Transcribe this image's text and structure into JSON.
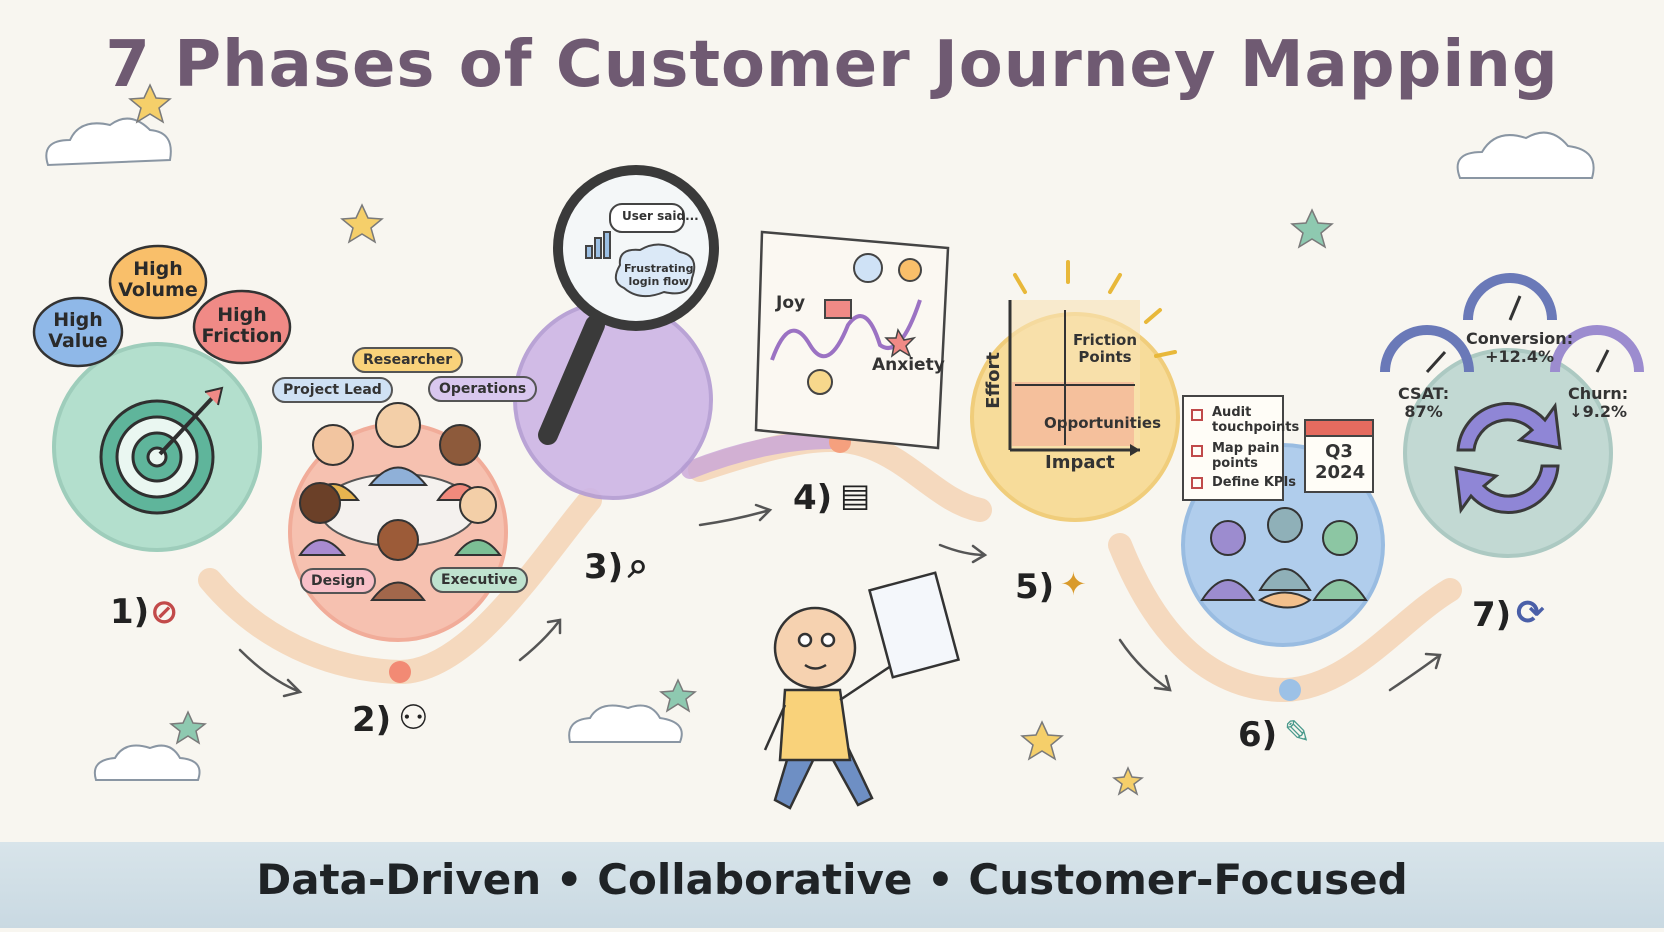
{
  "title": "7 Phases of Customer Journey Mapping",
  "footer": "Data-Driven • Collaborative • Customer-Focused",
  "phases": [
    {
      "label": "1)",
      "icon": "target-icon",
      "color": "#a8dcc8"
    },
    {
      "label": "2)",
      "icon": "team-icon",
      "color": "#f6b8a6"
    },
    {
      "label": "3)",
      "icon": "magnifier-icon",
      "color": "#cdb5e6"
    },
    {
      "label": "4)",
      "icon": "document-icon",
      "color": "#f1d3b0"
    },
    {
      "label": "5)",
      "icon": "bulb-icon",
      "color": "#f7d88c"
    },
    {
      "label": "6)",
      "icon": "pen-icon",
      "color": "#a9c9ec"
    },
    {
      "label": "7)",
      "icon": "cycle-icon",
      "color": "#b9d4cf"
    }
  ],
  "phase1": {
    "bubbles": [
      {
        "text": "High\nValue",
        "color": "#8fb8e8"
      },
      {
        "text": "High\nVolume",
        "color": "#f9bf6a"
      },
      {
        "text": "High\nFriction",
        "color": "#f08a86"
      }
    ]
  },
  "phase2": {
    "roles": [
      "Project Lead",
      "Researcher",
      "Operations",
      "Design",
      "Executive"
    ]
  },
  "phase3": {
    "quote1": "User said...",
    "quote2": "Frustrating\nlogin flow"
  },
  "phase4": {
    "joy": "Joy",
    "anxiety": "Anxiety"
  },
  "phase5": {
    "y_axis": "Effort",
    "x_axis": "Impact",
    "quadrant_top": "Friction\nPoints",
    "quadrant_bottom": "Opportunities"
  },
  "phase6": {
    "checklist": [
      "Audit\ntouchpoints",
      "Map pain\npoints",
      "Define KPIs"
    ],
    "calendar": "Q3\n2024"
  },
  "phase7": {
    "gauges": [
      {
        "label": "CSAT:\n87%"
      },
      {
        "label": "Conversion:\n+12.4%"
      },
      {
        "label": "Churn:\n↓9.2%"
      }
    ]
  },
  "colors": {
    "title": "#6f5a72",
    "path": "#f3c9a3",
    "footer_band": "#d3e0e7"
  }
}
